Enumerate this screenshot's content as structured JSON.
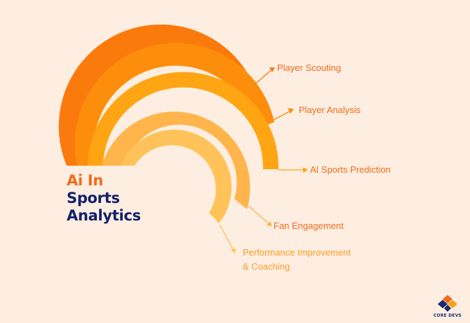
{
  "title": {
    "line1": "Ai In",
    "line2": "Sports",
    "line3": "Analytics"
  },
  "items": [
    {
      "label": "Player Scouting",
      "color": "#fb7a0c"
    },
    {
      "label": "Player Analysis",
      "color": "#fc8e0c"
    },
    {
      "label": "AI Sports Prediction",
      "color": "#ffa514"
    },
    {
      "label": "Fan Engagement",
      "color": "#ffb54c"
    },
    {
      "label": "Performance Improvement",
      "label2": "& Coaching",
      "color": "#ffc35a"
    }
  ],
  "label_colors": {
    "primary": "#f26a1b",
    "secondary": "#ff9a21"
  },
  "logo": {
    "text": "CORE DEVS"
  }
}
